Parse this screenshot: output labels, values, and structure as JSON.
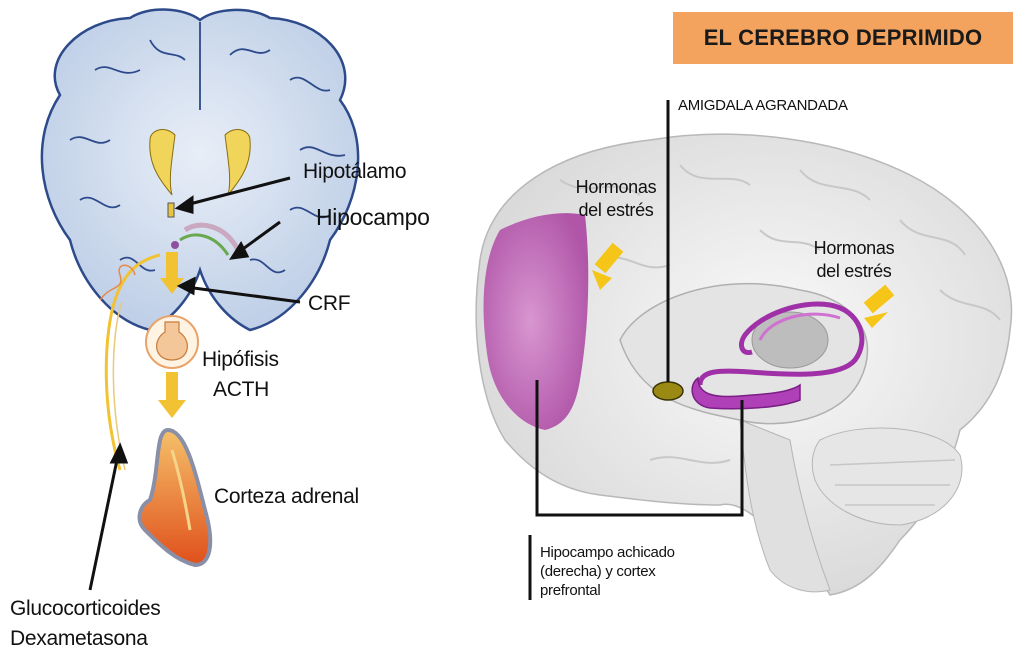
{
  "left_panel": {
    "labels": {
      "hipotalamo": "Hipotálamo",
      "hipocampo": "Hipocampo",
      "crf": "CRF",
      "hipofisis": "Hipófisis",
      "acth": "ACTH",
      "corteza_adrenal": "Corteza adrenal",
      "glucocorticoides": "Glucocorticoides",
      "dexametasona": "Dexametasona"
    }
  },
  "right_panel": {
    "title": "EL CEREBRO DEPRIMIDO",
    "labels": {
      "amigdala": "AMIGDALA AGRANDADA",
      "hormonas_1_line1": "Hormonas",
      "hormonas_1_line2": "del estrés",
      "hormonas_2_line1": "Hormonas",
      "hormonas_2_line2": "del estrés",
      "hipocampo_line1": "Hipocampo achicado",
      "hipocampo_line2": "(derecha) y cortex",
      "hipocampo_line3": "prefrontal"
    }
  },
  "colors": {
    "title_bg": "#f3a35d",
    "brain_blue": "#c9d8ec",
    "brain_outline": "#2d4a8a",
    "arrow_yellow": "#f1c232",
    "prefrontal_pink": "#c466b8",
    "hippocampus_purple": "#a030a8",
    "amygdala": "#8a7a10"
  }
}
